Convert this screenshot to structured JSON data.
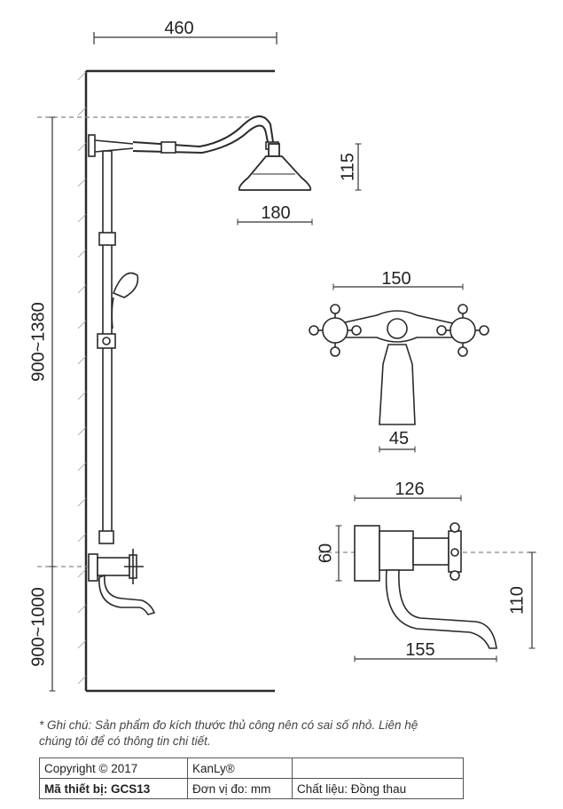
{
  "dimensions": {
    "overall_width": "460",
    "head_height": "115",
    "head_diameter": "180",
    "total_height": "900~1380",
    "mixer_height": "900~1000",
    "top_valve_width": "150",
    "top_spout_width": "45",
    "side_depth": "126",
    "side_thickness": "60",
    "spout_drop": "110",
    "spout_length": "155"
  },
  "note": {
    "line1": "* Ghi chú: Sản phẩm đo kích thước thủ công nên có sai số nhỏ. Liên hệ",
    "line2": "chúng tôi để có thông tin chi tiết."
  },
  "info_table": {
    "copyright": "Copyright © 2017",
    "brand": "KanLy®",
    "model": "Mã thiết bị: GCS13",
    "unit": "Đơn vị đo: mm",
    "material": "Chất liệu: Đồng thau"
  },
  "colors": {
    "line": "#2a2a2a",
    "hatch": "#888888",
    "guide": "#999999"
  }
}
